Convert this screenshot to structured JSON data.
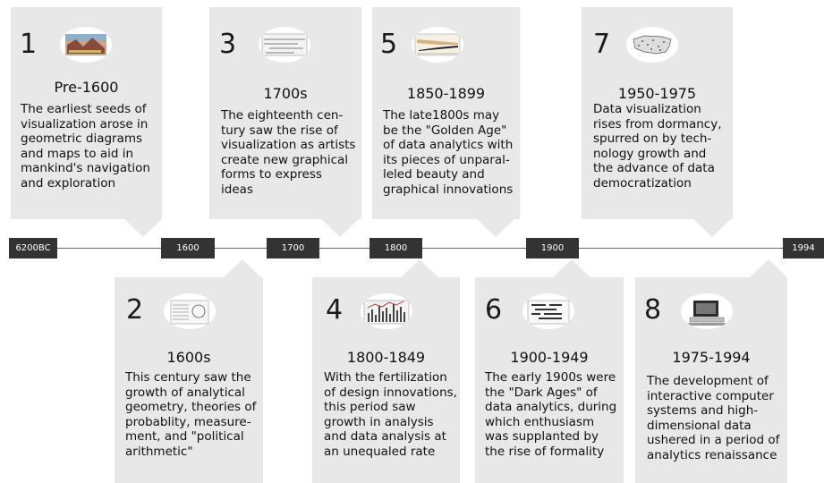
{
  "timeline": {
    "ticks": [
      "6200BC",
      "1600",
      "1700",
      "1800",
      "1900",
      "1994"
    ]
  },
  "cards": [
    {
      "number": "1",
      "era": "Pre-1600",
      "text": "The earliest seeds of\nvisualization arose in\ngeometric diagrams\nand maps to aid in\nmankind's navigation\nand exploration",
      "thumb_icon": "ancient-map-icon"
    },
    {
      "number": "2",
      "era": "1600s",
      "text": "This century saw the\ngrowth of analytical\ngeometry, theories of\nprobablity, measure-\nment, and \"political\narithmetic\"",
      "thumb_icon": "astronomical-table-icon"
    },
    {
      "number": "3",
      "era": "1700s",
      "text": "The eighteenth cen-\ntury saw the rise of\nvisualization as artists\ncreate new graphical\nforms to express\nideas",
      "thumb_icon": "timeline-chart-icon"
    },
    {
      "number": "4",
      "era": "1800-1849",
      "text": "With the fertilization\nof design innovations,\nthis period saw\ngrowth in analysis\nand data analysis at\nan unequaled rate",
      "thumb_icon": "bar-chart-icon"
    },
    {
      "number": "5",
      "era": "1850-1899",
      "text": "The late1800s may\nbe the \"Golden Age\"\nof data analytics with\nits pieces of unparal-\nleled beauty and\ngraphical innovations",
      "thumb_icon": "flow-map-icon"
    },
    {
      "number": "6",
      "era": "1900-1949",
      "text": "The early 1900s were\nthe \"Dark Ages\" of\ndata analytics, during\nwhich enthusiasm\nwas supplanted by\nthe rise of formality",
      "thumb_icon": "gantt-chart-icon"
    },
    {
      "number": "7",
      "era": "1950-1975",
      "text": "Data visualization\nrises from dormancy,\nspurred on by tech-\nnology growth and\nthe advance of data\ndemocratization",
      "thumb_icon": "usa-map-icon"
    },
    {
      "number": "8",
      "era": "1975-1994",
      "text": "The development of\ninteractive computer\nsystems and high-\ndimensional data\nushered in a period of\nanalytics renaissance",
      "thumb_icon": "computer-icon"
    }
  ]
}
